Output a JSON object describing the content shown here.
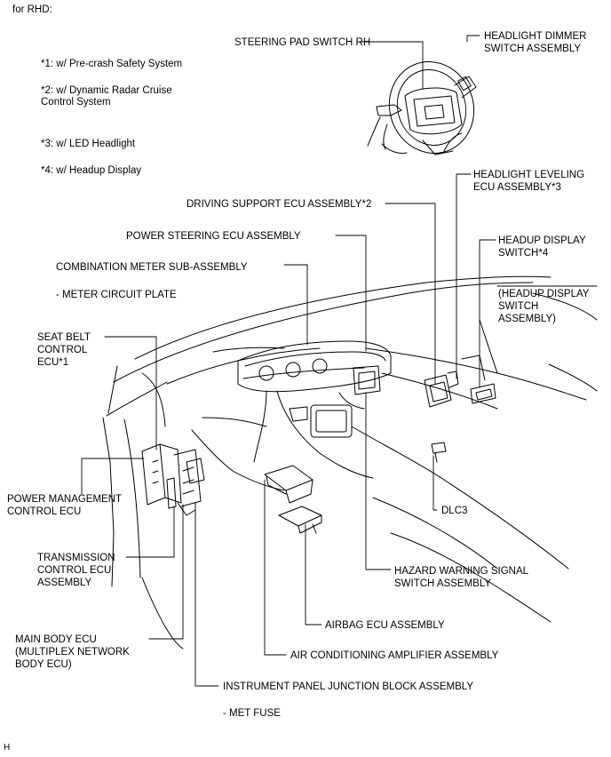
{
  "header": {
    "for_rhd": "for RHD:"
  },
  "notes": {
    "n1": "*1: w/ Pre-crash Safety System",
    "n2_line1": "*2: w/ Dynamic Radar Cruise",
    "n2_line2": "Control System",
    "n3": "*3: w/ LED Headlight",
    "n4": "*4: w/ Headup Display"
  },
  "labels": {
    "steering_pad": "STEERING PAD SWITCH RH",
    "dimmer_1": "HEADLIGHT DIMMER",
    "dimmer_2": "SWITCH ASSEMBLY",
    "leveling_1": "HEADLIGHT LEVELING",
    "leveling_2": "ECU ASSEMBLY*3",
    "driving_support": "DRIVING SUPPORT ECU ASSEMBLY*2",
    "power_steering": "POWER STEERING ECU ASSEMBLY",
    "headup_1": "HEADUP DISPLAY",
    "headup_2": "SWITCH*4",
    "combination_meter": "COMBINATION METER SUB-ASSEMBLY",
    "meter_plate": "- METER CIRCUIT PLATE",
    "headup_assy_1": "(HEADUP DISPLAY",
    "headup_assy_2": "SWITCH",
    "headup_assy_3": "ASSEMBLY)",
    "seat_belt_1": "SEAT BELT",
    "seat_belt_2": "CONTROL",
    "seat_belt_3": "ECU*1",
    "power_mgmt_1": "POWER MANAGEMENT",
    "power_mgmt_2": "CONTROL ECU",
    "dlc3": "DLC3",
    "transmission_1": "TRANSMISSION",
    "transmission_2": "CONTROL ECU",
    "transmission_3": "ASSEMBLY",
    "hazard_1": "HAZARD WARNING SIGNAL",
    "hazard_2": "SWITCH ASSEMBLY",
    "airbag": "AIRBAG ECU ASSEMBLY",
    "main_body_1": "MAIN BODY ECU",
    "main_body_2": "(MULTIPLEX NETWORK",
    "main_body_3": "BODY ECU)",
    "air_con": "AIR CONDITIONING AMPLIFIER ASSEMBLY",
    "junction_block": "INSTRUMENT PANEL JUNCTION BLOCK ASSEMBLY",
    "met_fuse": "- MET FUSE"
  },
  "footer": {
    "code": "H"
  }
}
